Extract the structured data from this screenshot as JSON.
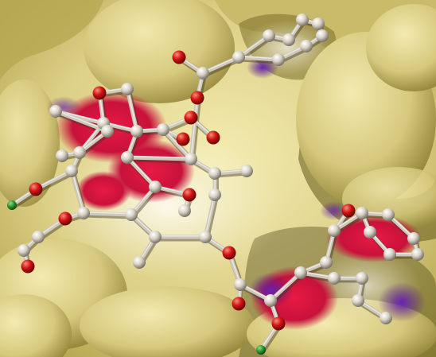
{
  "image": {
    "kind": "molecular-rendering",
    "description_visible_text": ""
  },
  "colors": {
    "surface_light": "#efe6a6",
    "surface_mid": "#d8cb80",
    "surface_dark": "#9c8e3c",
    "surface_shadow": "#5e5420",
    "oxygen_patch": "#d4143a",
    "nitrogen_patch": "#5a1a9a",
    "atom_carbon": "#dcd6cc",
    "atom_oxygen": "#cc1010",
    "atom_hydrogen": "#2a8a2a",
    "bond": "#cfc8bc"
  },
  "icons": [
    "ball-and-stick-molecule",
    "protein-surface"
  ]
}
